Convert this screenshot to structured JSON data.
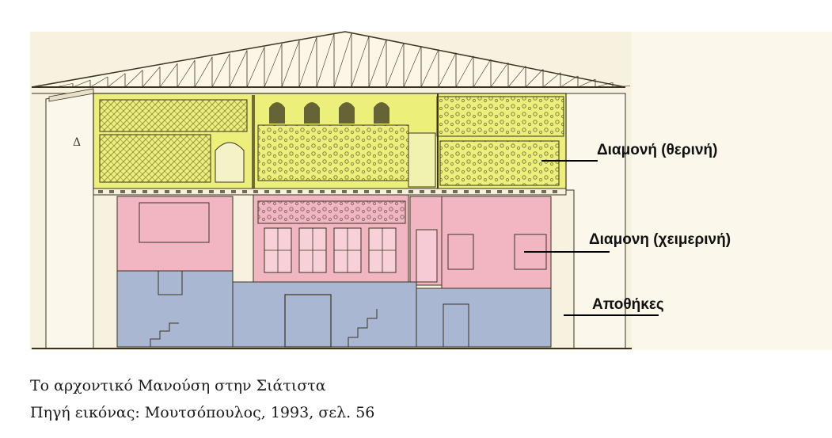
{
  "labels": {
    "summer": "Διαμονή (θερινή)",
    "winter": "Διαμονη (χειμερινή)",
    "storage": "Αποθήκες"
  },
  "caption": {
    "line1": "Το αρχοντικό  Μανούση στην Σιάτιστα",
    "line2": "Πηγή εικόνας: Μουτσόπουλος, 1993, σελ. 56"
  },
  "drawing_marks": {
    "side_letter": "Δ"
  },
  "colors": {
    "summer_zone": "#ecef7a",
    "winter_zone": "#f2b6c3",
    "storage_zone": "#a9b7d2",
    "paper": "#f7f1df",
    "ink": "#3a3420"
  }
}
